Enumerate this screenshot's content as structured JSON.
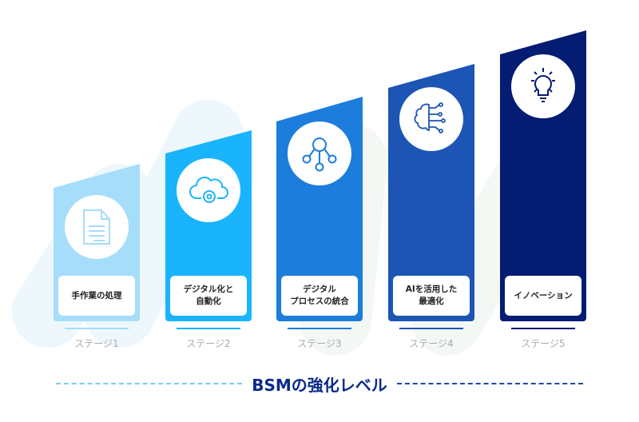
{
  "title": "BSMの強化レベル",
  "colors": {
    "stage1": "#a6ddfb",
    "stage2": "#1ab4fd",
    "stage3": "#1c7ddc",
    "stage4": "#1c55b4",
    "stage5": "#041c72",
    "title": "#0a2a8a"
  },
  "stages": [
    {
      "label": "手作業の処理",
      "stage": "ステージ1",
      "icon": "document-icon"
    },
    {
      "label": "デジタル化と\n自動化",
      "stage": "ステージ2",
      "icon": "cloud-gear-icon"
    },
    {
      "label": "デジタル\nプロセスの統合",
      "stage": "ステージ3",
      "icon": "network-icon"
    },
    {
      "label": "AIを活用した\n最適化",
      "stage": "ステージ4",
      "icon": "ai-brain-icon"
    },
    {
      "label": "イノベーション",
      "stage": "ステージ5",
      "icon": "lightbulb-icon"
    }
  ]
}
